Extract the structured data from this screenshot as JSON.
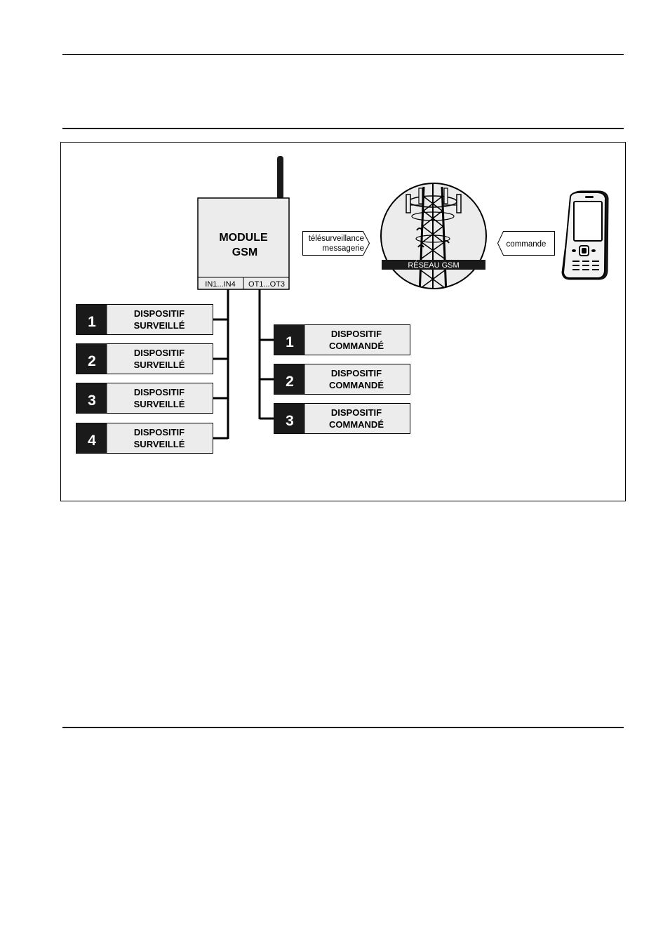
{
  "module": {
    "line1": "MODULE",
    "line2": "GSM",
    "port_in": "IN1...IN4",
    "port_out": "OT1...OT3"
  },
  "arrows": {
    "left_line1": "télésurveillance",
    "left_line2": "messagerie",
    "right": "commande"
  },
  "network": {
    "label": "RÉSEAU GSM"
  },
  "monitored_devices": [
    {
      "number": "1",
      "line1": "DISPOSITIF",
      "line2": "SURVEILLÉ"
    },
    {
      "number": "2",
      "line1": "DISPOSITIF",
      "line2": "SURVEILLÉ"
    },
    {
      "number": "3",
      "line1": "DISPOSITIF",
      "line2": "SURVEILLÉ"
    },
    {
      "number": "4",
      "line1": "DISPOSITIF",
      "line2": "SURVEILLÉ"
    }
  ],
  "controlled_devices": [
    {
      "number": "1",
      "line1": "DISPOSITIF",
      "line2": "COMMANDÉ"
    },
    {
      "number": "2",
      "line1": "DISPOSITIF",
      "line2": "COMMANDÉ"
    },
    {
      "number": "3",
      "line1": "DISPOSITIF",
      "line2": "COMMANDÉ"
    }
  ]
}
